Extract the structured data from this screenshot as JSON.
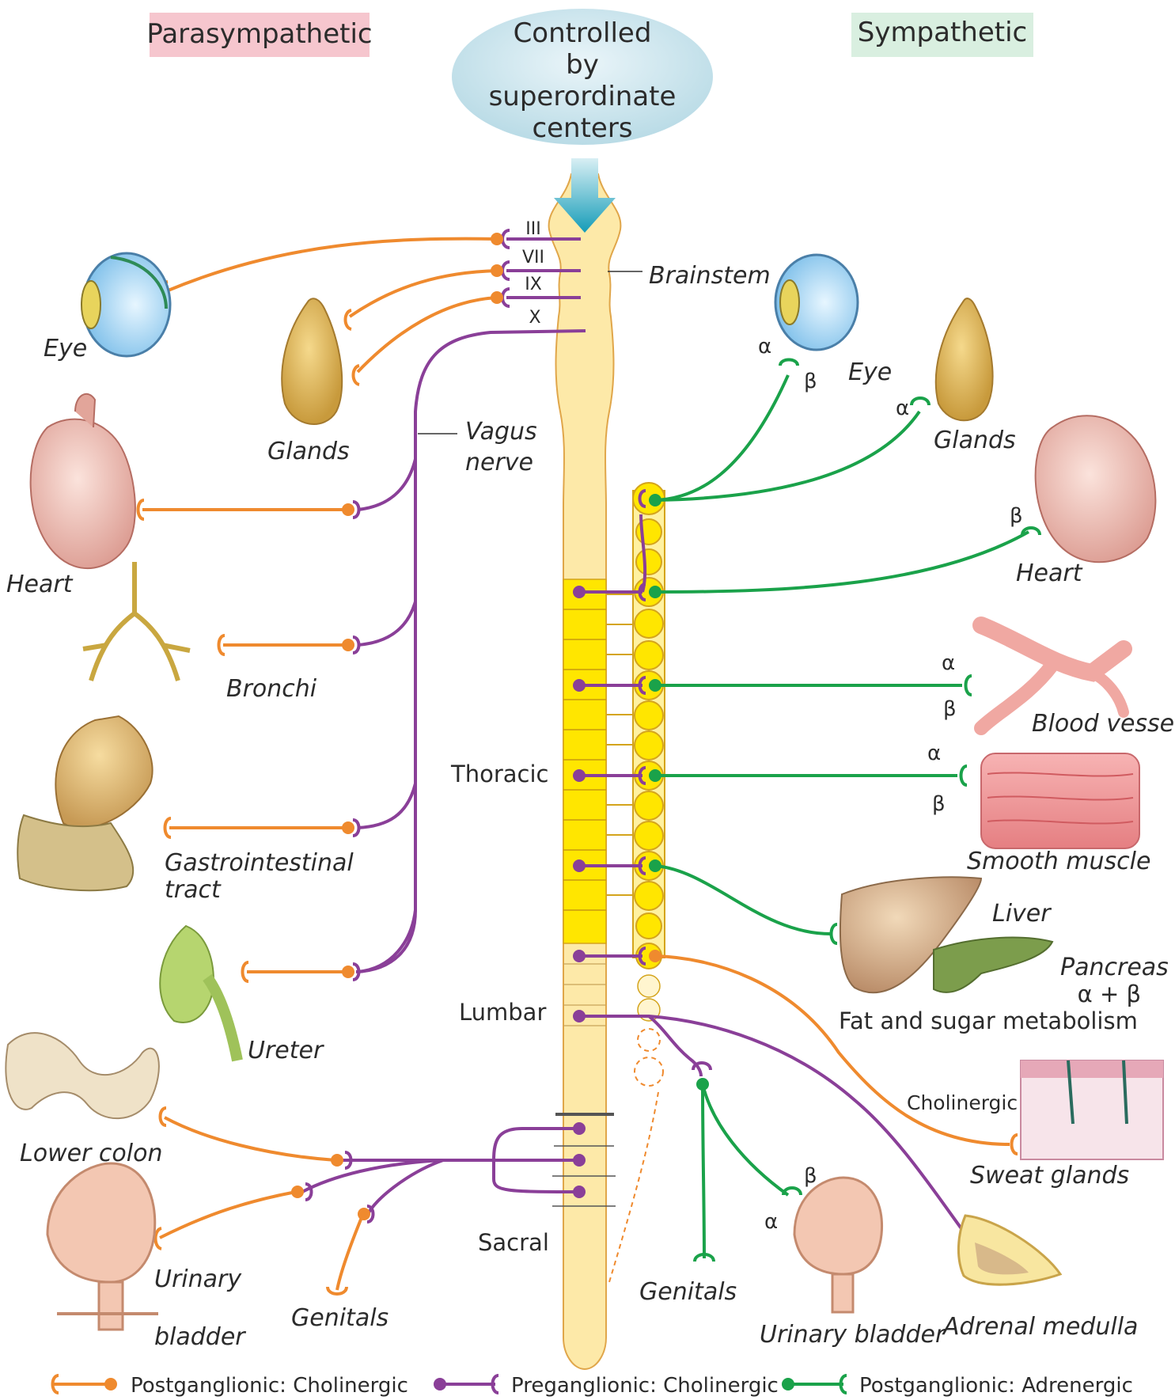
{
  "header": {
    "parasympathetic": "Parasympathetic",
    "sympathetic": "Sympathetic",
    "control_line1": "Controlled",
    "control_line2": "by",
    "control_line3": "superordinate",
    "control_line4": "centers"
  },
  "cranial_nerves": [
    "III",
    "VII",
    "IX",
    "X"
  ],
  "cord_labels": {
    "brainstem": "Brainstem",
    "vagus_line1": "Vagus",
    "vagus_line2": "nerve",
    "thoracic": "Thoracic",
    "lumbar": "Lumbar",
    "sacral": "Sacral"
  },
  "parasympathetic_organs": {
    "eye": "Eye",
    "glands": "Glands",
    "heart": "Heart",
    "bronchi": "Bronchi",
    "gi_line1": "Gastrointestinal",
    "gi_line2": "tract",
    "ureter": "Ureter",
    "lower_colon": "Lower colon",
    "bladder_line1": "Urinary",
    "bladder_line2": "bladder",
    "genitals": "Genitals"
  },
  "sympathetic_organs": {
    "eye": "Eye",
    "glands": "Glands",
    "heart": "Heart",
    "blood_vessels": "Blood vessels",
    "smooth_muscle": "Smooth muscle",
    "liver": "Liver",
    "pancreas": "Pancreas",
    "pancreas_receptors": "α + β",
    "metabolism": "Fat and sugar metabolism",
    "cholinergic": "Cholinergic",
    "sweat_glands": "Sweat glands",
    "genitals": "Genitals",
    "urinary_bladder": "Urinary bladder",
    "adrenal_medulla": "Adrenal medulla"
  },
  "receptors": {
    "alpha": "α",
    "beta": "β"
  },
  "legend": [
    {
      "label": "Postganglionic: Cholinergic",
      "color": "#ef8a2e"
    },
    {
      "label": "Preganglionic: Cholinergic",
      "color": "#8a3f98"
    },
    {
      "label": "Postganglionic: Adrenergic",
      "color": "#1aa24a"
    }
  ],
  "colors": {
    "orange": "#ef8a2e",
    "purple": "#8a3f98",
    "green": "#1aa24a",
    "cord": "#fde9a8",
    "cord_thoracic": "#ffe600",
    "para_badge": "#f6c6ce",
    "symp_badge": "#d9efe0",
    "control_bubble": "#cfe6ee",
    "arrow": "#1aa0b8"
  }
}
